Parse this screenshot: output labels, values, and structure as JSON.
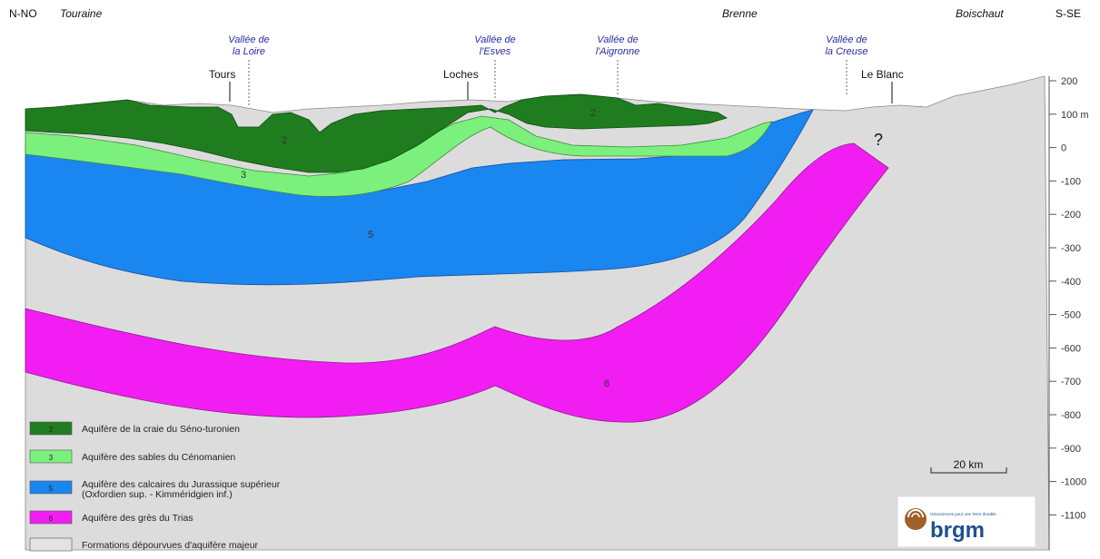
{
  "header": {
    "left_direction": "N-NO",
    "right_direction": "S-SE",
    "regions": {
      "touraine": "Touraine",
      "brenne": "Brenne",
      "boischaut": "Boischaut"
    }
  },
  "valleys": [
    {
      "line1": "Vallée de",
      "line2": "la Loire"
    },
    {
      "line1": "Vallée de",
      "line2": "l'Esves"
    },
    {
      "line1": "Vallée de",
      "line2": "l'Aigronne"
    },
    {
      "line1": "Vallée de",
      "line2": "la Creuse"
    }
  ],
  "towns": {
    "tours": "Tours",
    "loches": "Loches",
    "le_blanc": "Le Blanc"
  },
  "depth_axis": {
    "ticks": [
      "200",
      "100 m",
      "0",
      "-100",
      "-200",
      "-300",
      "-400",
      "-500",
      "-600",
      "-700",
      "-800",
      "-900",
      "-1000",
      "-1100"
    ]
  },
  "layer_labels": {
    "craie_a": "2",
    "craie_b": "2",
    "cenomanien": "3",
    "jurassique": "5",
    "trias": "6",
    "unknown": "?"
  },
  "legend": [
    {
      "code": "2",
      "text": "Aquifère de la craie du Séno-turonien",
      "text2": "",
      "color": "#1f7d1f"
    },
    {
      "code": "3",
      "text": "Aquifère des sables du Cénomanien",
      "text2": "",
      "color": "#7cf07c"
    },
    {
      "code": "5",
      "text": "Aquifère des calcaires du Jurassique supérieur",
      "text2": "(Oxfordien sup. - Kimméridgien inf.)",
      "color": "#1a86f0"
    },
    {
      "code": "6",
      "text": "Aquifère des grès du Trias",
      "text2": "",
      "color": "#f21df2"
    },
    {
      "code": "",
      "text": "Formations dépourvues d'aquifère majeur",
      "text2": "",
      "color": "#e3e3e3"
    }
  ],
  "scale_bar": {
    "label": "20 km"
  },
  "logo": {
    "name": "brgm",
    "tagline": "Géosciences pour une Terre durable"
  },
  "colors": {
    "background_formation": "#dcdcdc",
    "craie": "#1f7d1f",
    "cenomanien": "#7cf07c",
    "jurassique": "#1a86f0",
    "trias": "#f21df2",
    "valley_text": "#2b2ba8",
    "logo_brown": "#a0602a",
    "logo_blue": "#1f4f8f"
  }
}
